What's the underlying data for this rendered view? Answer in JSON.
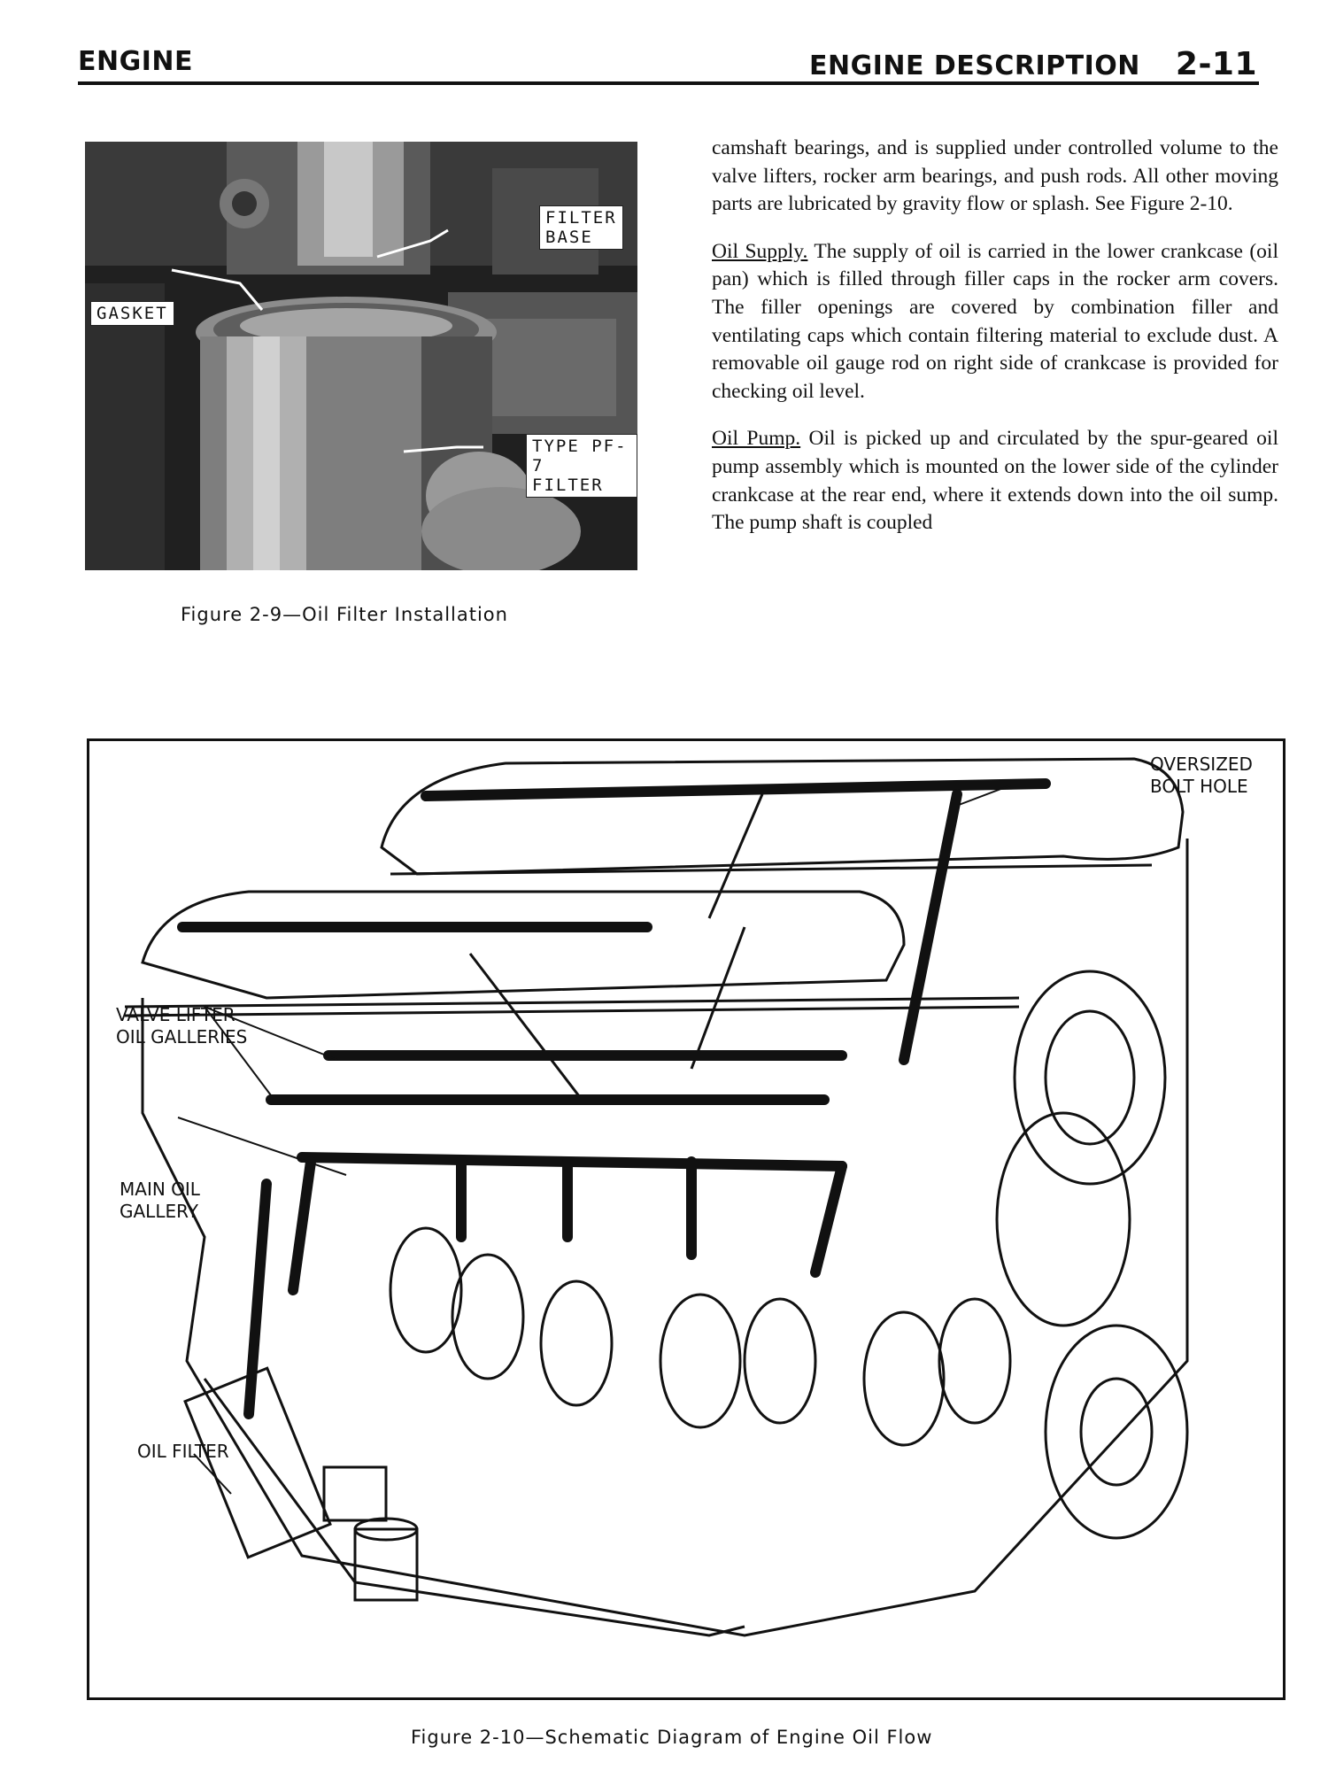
{
  "header": {
    "left": "ENGINE",
    "right": "ENGINE DESCRIPTION",
    "page_number": "2-11"
  },
  "figure_photo": {
    "labels": {
      "filter_base_line1": "FILTER",
      "filter_base_line2": "BASE",
      "gasket": "GASKET",
      "type_line1": "TYPE PF-7",
      "type_line2": "FILTER"
    },
    "caption": "Figure 2-9—Oil Filter Installation"
  },
  "body": {
    "para1": "camshaft bearings, and is supplied under controlled volume to the valve lifters, rocker arm bearings, and push rods. All other moving parts are lubricated by gravity flow or splash. See Figure 2-10.",
    "para2_lead": "Oil Supply.",
    "para2_text": " The supply of oil is carried in the lower crankcase (oil pan) which is filled through filler caps in the rocker arm covers. The filler openings are covered by combination filler and ventilating caps which contain filtering material to exclude dust. A removable oil gauge rod on right side of crankcase is provided for checking oil level.",
    "para3_lead": "Oil Pump.",
    "para3_text": " Oil is picked up and circulated by the spur-geared oil pump assembly which is mounted on the lower side of the cylinder crankcase at the rear end, where it extends down into the oil sump. The pump shaft is coupled"
  },
  "figure_diagram": {
    "labels": {
      "oversized_line1": "OVERSIZED",
      "oversized_line2": "BOLT HOLE",
      "valve_line1": "VALVE LIFTER",
      "valve_line2": "OIL GALLERIES",
      "main_line1": "MAIN OIL",
      "main_line2": "GALLERY",
      "oil_filter": "OIL FILTER"
    },
    "caption": "Figure 2-10—Schematic Diagram of Engine Oil Flow"
  }
}
